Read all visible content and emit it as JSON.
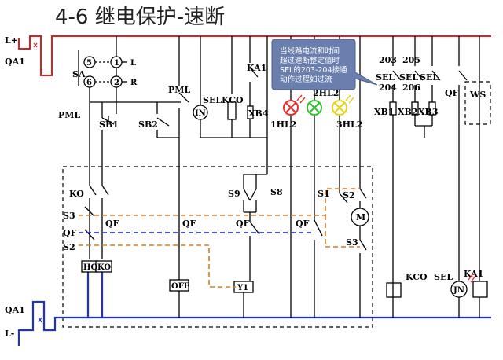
{
  "title": "4-6   继电保护-速断",
  "callout": {
    "lines": [
      "当线路电流和时间",
      "超过速断整定值时",
      "SEL的203-204接通",
      "动作过程如过流"
    ]
  },
  "bus": {
    "positive": "L+",
    "negative": "L-"
  },
  "labels": {
    "qa1_top": "QA1",
    "qa1_bottom": "QA1",
    "sa": "SA",
    "n5": "5",
    "n1": "1",
    "n6": "6",
    "n2": "2",
    "L": "L",
    "R": "R",
    "pml_left": "PML",
    "pml_right": "PML",
    "sb1": "SB1",
    "sb2": "SB2",
    "sel_top": "SEL",
    "kco_top": "KCO",
    "ka1_top": "KA1",
    "in": "IN",
    "xb4": "XB4",
    "hl1": "1HL2",
    "hl2": "2HL2",
    "hl3": "3HL2",
    "n203": "203",
    "n204": "204",
    "n205": "205",
    "n206": "206",
    "sel_a": "SEL",
    "sel_b": "SEL",
    "sel_c": "SEL",
    "xb1": "XB1",
    "xb2": "XB2",
    "xb3": "XB3",
    "qf_right": "QF",
    "ws": "WS",
    "ko_a": "KO",
    "s3_a": "S3",
    "qf_a": "QF",
    "s2_a": "S2",
    "qf_b": "QF",
    "hq": "HQ",
    "ko_box": "KO",
    "qf_c": "QF",
    "off": "OFF",
    "s9": "S9",
    "s8": "S8",
    "qf_d": "QF",
    "y1": "Y1",
    "qf_e": "QF",
    "s1": "S1",
    "s2_b": "S2",
    "m": "M",
    "s3_b": "S3",
    "kco_bottom": "KCO",
    "sel_bottom": "SEL",
    "ka1_bottom": "KA1",
    "jn": "JN"
  },
  "colors": {
    "positive_bus": "#e02020",
    "negative_bus": "#1f2fd0",
    "callout_fill": "#6a7fae",
    "lamp_red": "#e83030",
    "lamp_green": "#2fbf2f",
    "lamp_yellow": "#e6d21a",
    "orange_dash": "#e07a20"
  }
}
